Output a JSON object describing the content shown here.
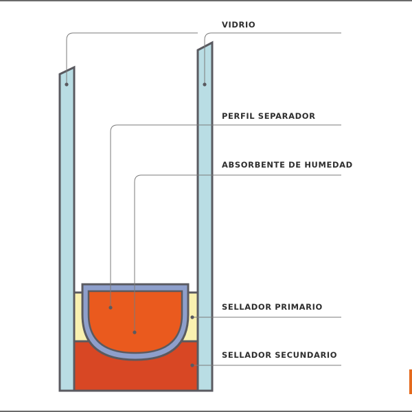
{
  "labels": {
    "vidrio": "VIDRIO",
    "perfil_separador": "PERFIL SEPARADOR",
    "absorbente_de_humedad": "ABSORBENTE DE HUMEDAD",
    "sellador_primario": "SELLADOR PRIMARIO",
    "sellador_secundario": "SELLADOR SECUNDARIO"
  },
  "colors": {
    "outline": "#5a5a60",
    "glass": "#b9dde4",
    "spacer": "#8e9fcb",
    "desiccant": "#ea5a1e",
    "primary_sealant": "#f9f1b0",
    "secondary_sealant": "#d84724",
    "leader_line": "#7a7a7a",
    "accent": "#e46a1e"
  }
}
